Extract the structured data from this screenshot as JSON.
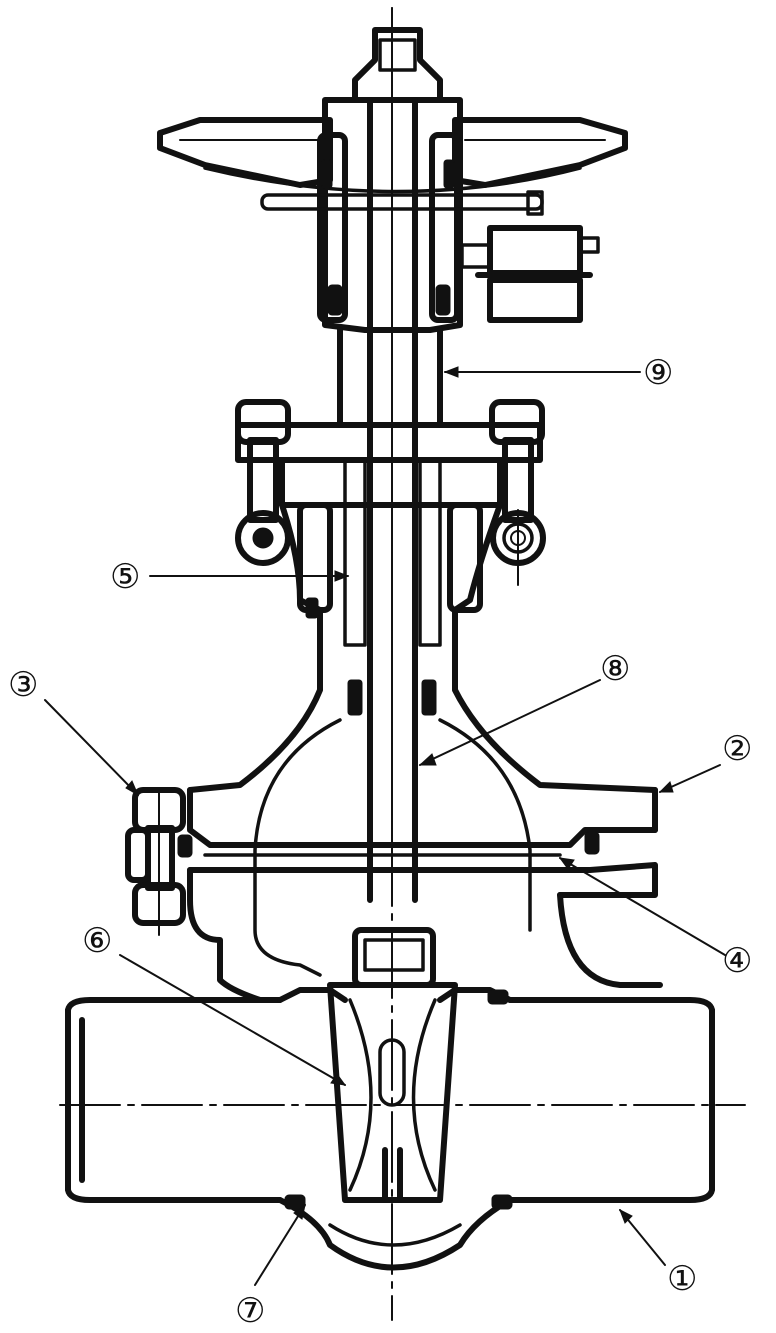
{
  "diagram": {
    "callouts": [
      {
        "id": "body",
        "label": "①"
      },
      {
        "id": "bonnet",
        "label": "②"
      },
      {
        "id": "bolt",
        "label": "③"
      },
      {
        "id": "gasket",
        "label": "④"
      },
      {
        "id": "packing",
        "label": "⑤"
      },
      {
        "id": "wedge",
        "label": "⑥"
      },
      {
        "id": "seat",
        "label": "⑦"
      },
      {
        "id": "stem",
        "label": "⑧"
      },
      {
        "id": "yoke-sleeve",
        "label": "⑨"
      }
    ]
  },
  "colors": {
    "ink": "#111111",
    "paper": "#ffffff"
  }
}
